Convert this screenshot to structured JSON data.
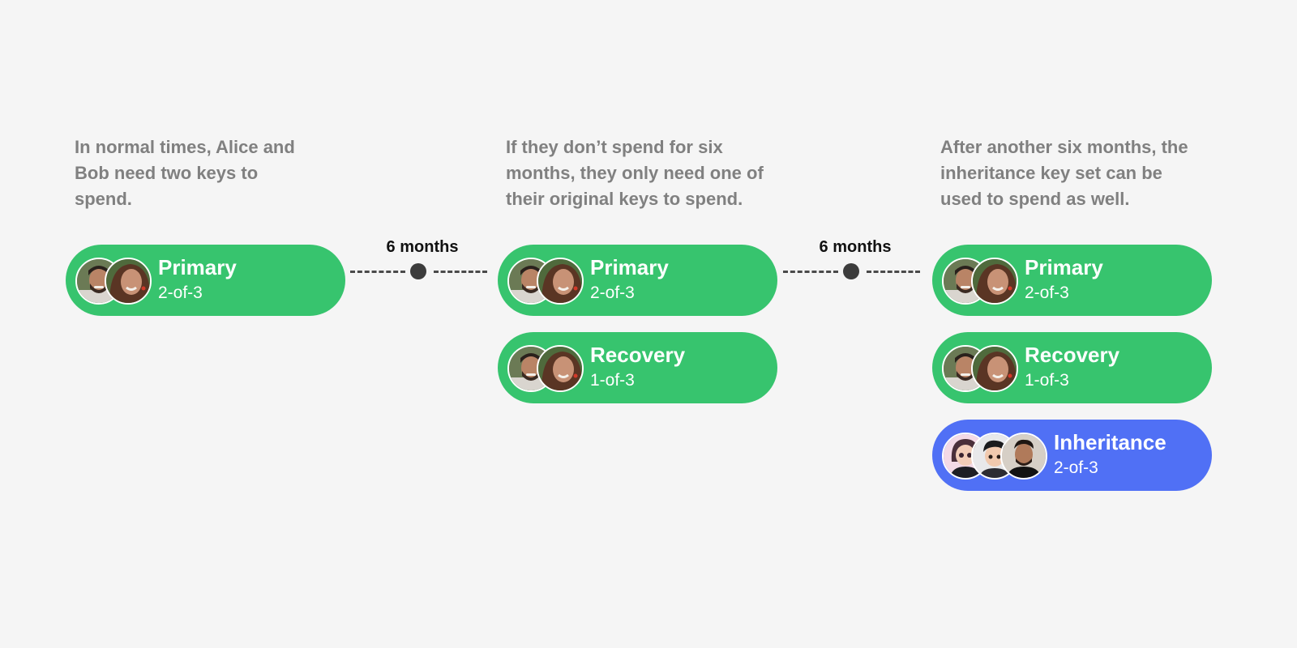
{
  "stages": [
    {
      "caption": "In normal times, Alice and Bob need two keys to spend.",
      "key_sets": [
        {
          "name": "Primary",
          "threshold": "2-of-3",
          "color": "#37c46e",
          "avatars": [
            "man-avatar",
            "woman-avatar"
          ]
        }
      ]
    },
    {
      "caption": "If they don’t spend for six months, they only need one of their original keys to spend.",
      "key_sets": [
        {
          "name": "Primary",
          "threshold": "2-of-3",
          "color": "#37c46e",
          "avatars": [
            "man-avatar",
            "woman-avatar"
          ]
        },
        {
          "name": "Recovery",
          "threshold": "1-of-3",
          "color": "#37c46e",
          "avatars": [
            "man-avatar",
            "woman-avatar"
          ]
        }
      ]
    },
    {
      "caption": "After another six months, the inheritance key set can be used to spend as well.",
      "key_sets": [
        {
          "name": "Primary",
          "threshold": "2-of-3",
          "color": "#37c46e",
          "avatars": [
            "man-avatar",
            "woman-avatar"
          ]
        },
        {
          "name": "Recovery",
          "threshold": "1-of-3",
          "color": "#37c46e",
          "avatars": [
            "man-avatar",
            "woman-avatar"
          ]
        },
        {
          "name": "Inheritance",
          "threshold": "2-of-3",
          "color": "#5070f5",
          "avatars": [
            "girl-cartoon-avatar",
            "boy-cartoon-avatar",
            "young-man-avatar"
          ]
        }
      ]
    }
  ],
  "connectors": [
    {
      "label": "6 months"
    },
    {
      "label": "6 months"
    }
  ]
}
